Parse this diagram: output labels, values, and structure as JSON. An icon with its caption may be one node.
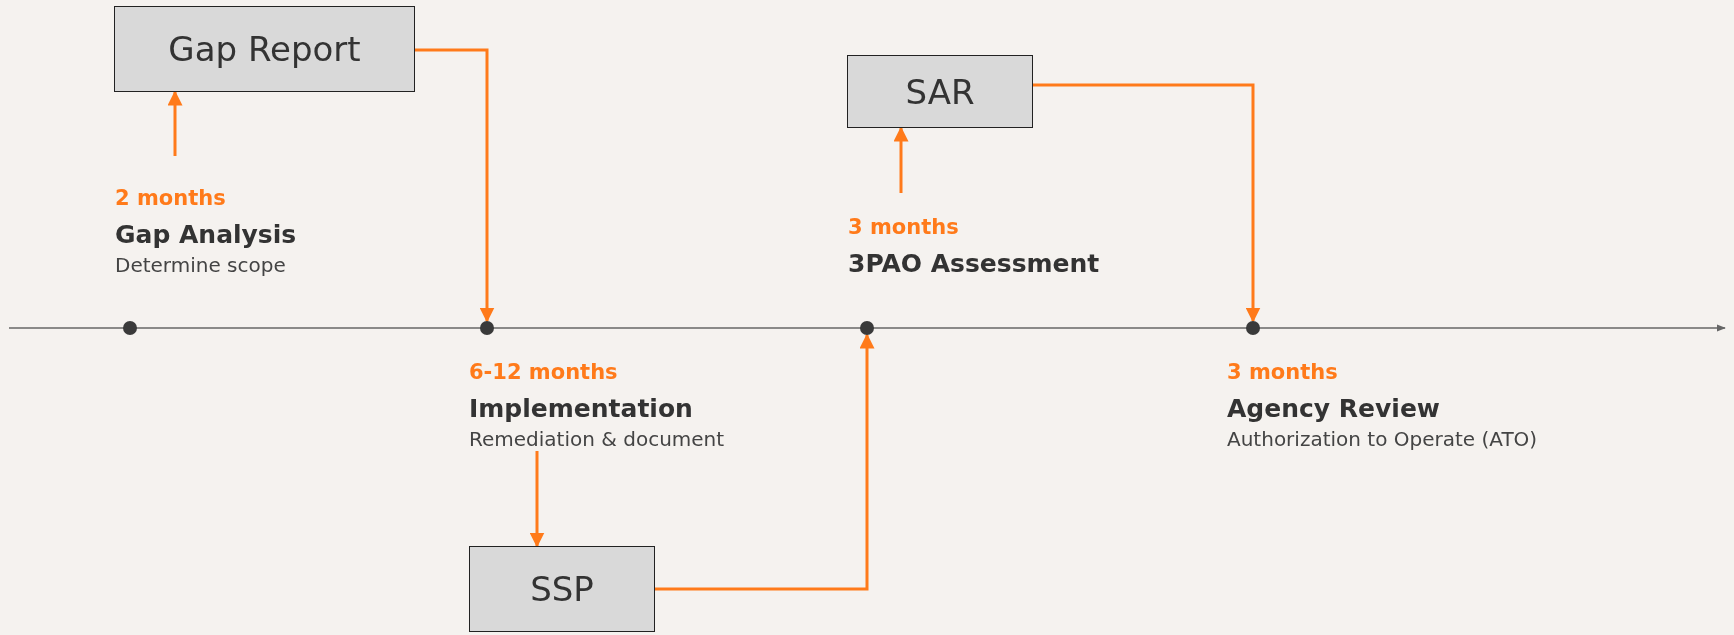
{
  "diagram": {
    "nodes": [
      {
        "text": [
          "Gap Report"
        ]
      },
      {
        "text": [
          "SAR"
        ]
      },
      {
        "text": [
          "2 months",
          "Gap Analysis",
          "Determine scope"
        ]
      },
      {
        "text": [
          "3 months",
          "3PAO Assessment"
        ]
      },
      {
        "text": [],
        "shape": "circle"
      },
      {
        "text": [],
        "shape": "circle"
      },
      {
        "text": [],
        "shape": "circle"
      },
      {
        "text": [],
        "shape": "circle"
      },
      {
        "text": [
          "6-12 months",
          "Implementation",
          "Remediation & document"
        ]
      },
      {
        "text": [
          "3 months",
          "Agency Review",
          "Authorization to Operate (ATO)"
        ]
      },
      {
        "text": [
          "SSP"
        ]
      }
    ],
    "edges": [
      {
        "from": 2,
        "to": 0,
        "arrow": "to"
      },
      {
        "from": 0,
        "to": 5,
        "arrow": "to"
      },
      {
        "from": 3,
        "to": 1,
        "arrow": "to"
      },
      {
        "from": 1,
        "to": 7,
        "arrow": "to"
      },
      {
        "from": 8,
        "to": 10,
        "arrow": "to"
      },
      {
        "from": 10,
        "to": 6,
        "arrow": "to"
      }
    ]
  }
}
